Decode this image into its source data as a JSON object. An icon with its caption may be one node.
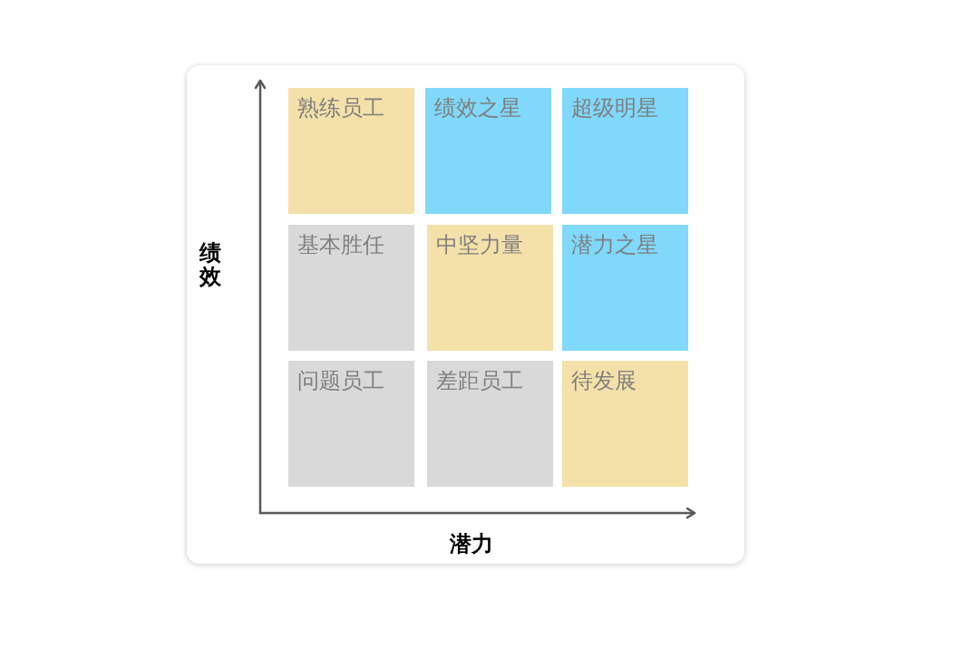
{
  "diagram": {
    "nodes": [
      {
        "text": [
          "熟练员工"
        ]
      },
      {
        "text": [
          "绩效之星"
        ]
      },
      {
        "text": [
          "超级明星"
        ]
      },
      {
        "text": [
          "基本胜任"
        ]
      },
      {
        "text": [
          "中坚力量"
        ]
      },
      {
        "text": [
          "潜力之星"
        ]
      },
      {
        "text": [
          "问题员工"
        ]
      },
      {
        "text": [
          "差距员工"
        ]
      },
      {
        "text": [
          "待发展"
        ]
      }
    ],
    "labels": [
      "绩效",
      "潜力"
    ]
  }
}
